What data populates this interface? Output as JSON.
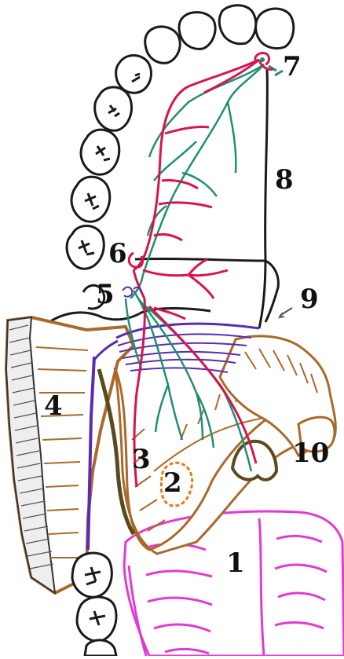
{
  "colors": {
    "outline": "#1a1a1a",
    "artery": "#d6154e",
    "nerve": "#1f8f73",
    "tongue": "#e23bd1",
    "gland": "#e87a10",
    "muscle": "#a9692a",
    "muscle_dark": "#5a4a1c",
    "purple": "#5b2bb3",
    "background": "#ffffff"
  },
  "labels": [
    "1",
    "2",
    "3",
    "4",
    "5",
    "6",
    "7",
    "8",
    "9",
    "10"
  ]
}
